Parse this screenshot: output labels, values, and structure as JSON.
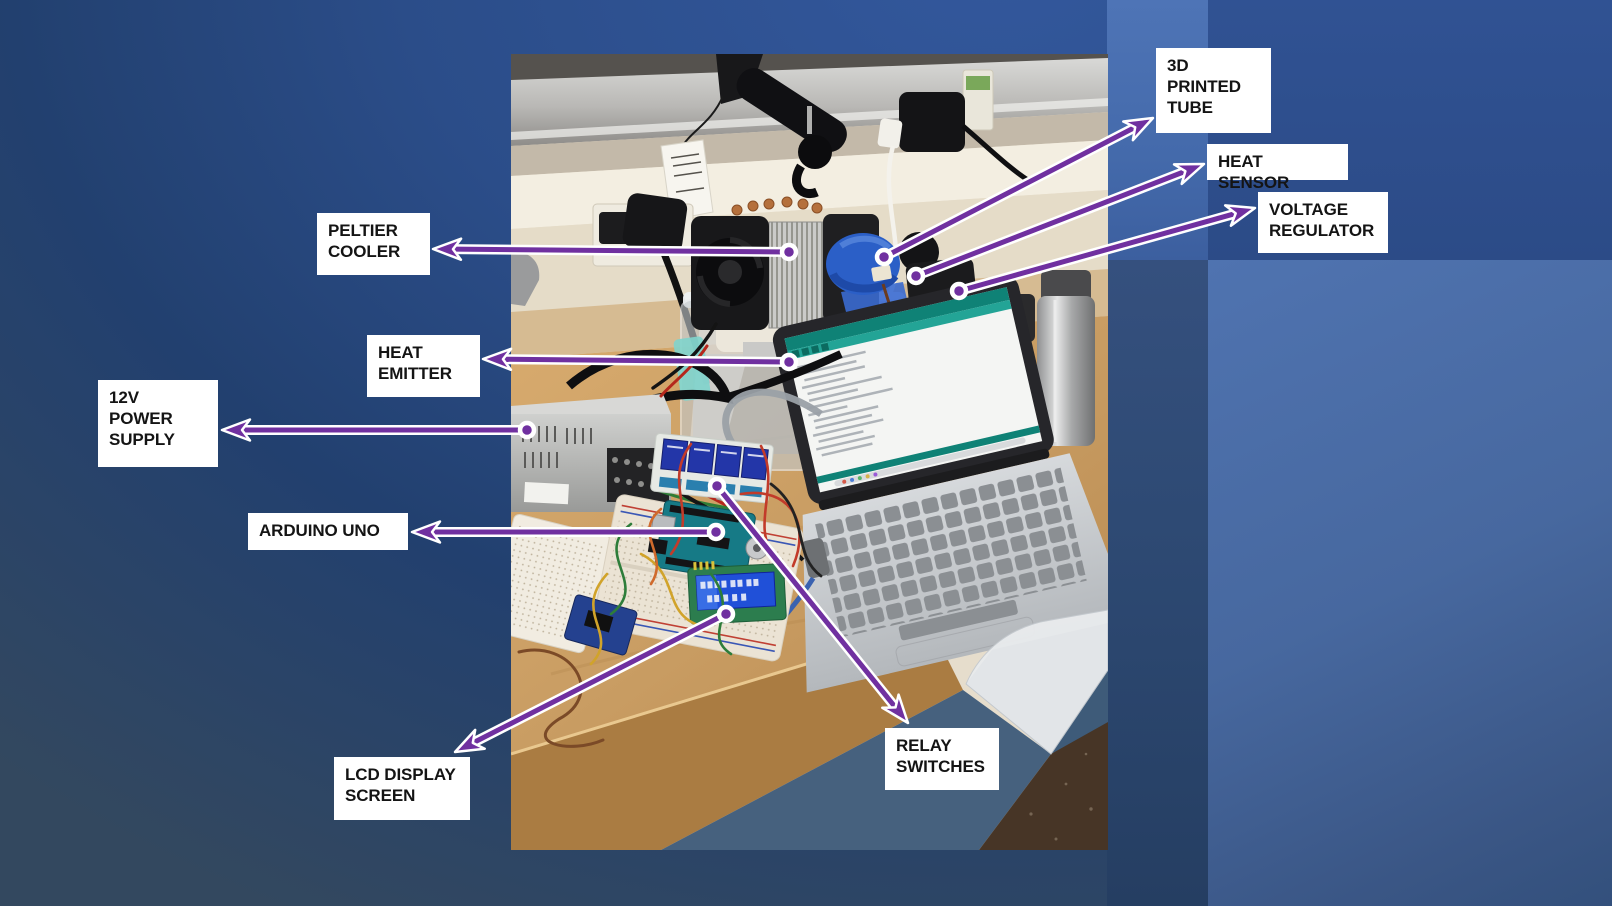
{
  "slide": {
    "type": "presentation-slide-with-annotated-photo"
  },
  "photo": {
    "description": "Lab workbench photo: CPU cooler on a clear plastic container, MacBook showing Arduino IDE, 12V power supply, breadboards with Arduino Uno, relay module and LCD screen, wall outlets and a steel shelf above"
  },
  "annotations": [
    {
      "id": "peltier-cooler",
      "label": "PELTIER\nCOOLER"
    },
    {
      "id": "heat-emitter",
      "label": "HEAT\nEMITTER"
    },
    {
      "id": "12v-power-supply",
      "label": "12V\nPOWER\nSUPPLY"
    },
    {
      "id": "arduino-uno",
      "label": "ARDUINO UNO"
    },
    {
      "id": "lcd-display-screen",
      "label": "LCD DISPLAY\nSCREEN"
    },
    {
      "id": "relay-switches",
      "label": "RELAY\nSWITCHES"
    },
    {
      "id": "3d-printed-tube",
      "label": "3D\nPRINTED\nTUBE"
    },
    {
      "id": "heat-sensor",
      "label": "HEAT SENSOR"
    },
    {
      "id": "voltage-regulator",
      "label": "VOLTAGE\nREGULATOR"
    }
  ],
  "colors": {
    "arrow": "#7030a0",
    "arrow_outline": "#ffffff",
    "label_background": "#ffffff",
    "label_text": "#141414"
  }
}
